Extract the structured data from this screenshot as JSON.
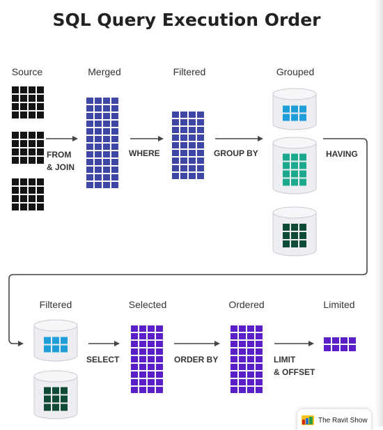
{
  "title": "SQL Query Execution Order",
  "stages_top": [
    "Source",
    "Merged",
    "Filtered",
    "Grouped"
  ],
  "stages_bottom": [
    "Filtered",
    "Selected",
    "Ordered",
    "Limited"
  ],
  "operations": {
    "from_join_1": "FROM",
    "from_join_2": "& JOIN",
    "where": "WHERE",
    "group_by": "GROUP BY",
    "having": "HAVING",
    "select": "SELECT",
    "order_by": "ORDER BY",
    "limit_1": "LIMIT",
    "limit_2": "& OFFSET"
  },
  "colors": {
    "black": "#141414",
    "navy": "#3f47a6",
    "light_blue": "#1f9ed9",
    "teal": "#1ca88c",
    "dark_green": "#0f4a37",
    "purple": "#5b1fc9",
    "db_fill": "#ededf2",
    "db_stroke": "#c9c9d1",
    "arrow": "#444444"
  },
  "badge": {
    "text": "The Ravit Show"
  }
}
